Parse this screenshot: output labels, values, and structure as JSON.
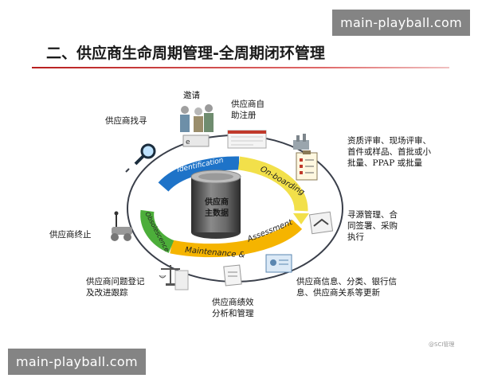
{
  "header": {
    "title": "二、供应商生命周期管理-全周期闭环管理",
    "watermark_top": "main-playball.com",
    "watermark_bottom": "main-playball.com"
  },
  "diagram": {
    "center_label_line1": "供应商",
    "center_label_line2": "主数据",
    "ring_segments": [
      {
        "name": "Identification",
        "color": "#1e73c8"
      },
      {
        "name": "On-boarding",
        "color": "#f2e04a"
      },
      {
        "name": "Assessment",
        "color": "#f5b400"
      },
      {
        "name": "Maintenance &",
        "color": "#f5b400"
      },
      {
        "name": "Obsolescence",
        "color": "#4cae3a"
      }
    ],
    "stages": {
      "invite": "邀请",
      "self_register_1": "供应商自",
      "self_register_2": "助注册",
      "find": "供应商找寻",
      "review_1": "资质评审、现场评审、",
      "review_2": "首件或样品、首批或小",
      "review_3": "批量、PPAP 或批量",
      "contract_1": "寻源管理、合",
      "contract_2": "同签署、采购",
      "contract_3": "执行",
      "terminate": "供应商终止",
      "issue_1": "供应商问题登记",
      "issue_2": "及改进跟踪",
      "info_1": "供应商信息、分类、银行信",
      "info_2": "息、供应商关系等更新",
      "perf_1": "供应商绩效",
      "perf_2": "分析和管理"
    },
    "credit": "@SCI管理"
  }
}
